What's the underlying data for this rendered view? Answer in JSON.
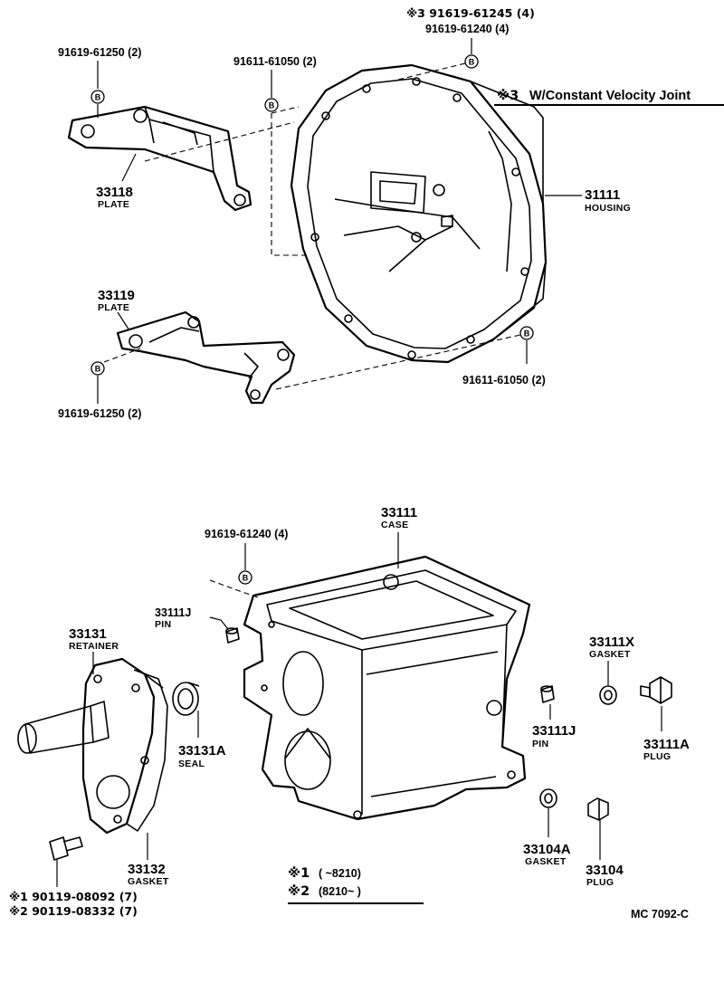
{
  "note": {
    "title": "W/Constant Velocity Joint",
    "title_mark": "※3",
    "variant1_mark": "※1",
    "variant1_range": "(       ~8210)",
    "variant2_mark": "※2",
    "variant2_range": "(8210~        )"
  },
  "bolt_marker": "B",
  "figure_code": "MC  7092-C",
  "callouts": {
    "plate_bolt_top": "91619-61250 (2)",
    "plate_33118_num": "33118",
    "plate_33118_name": "PLATE",
    "housing_bolt_left": "91611-61050 (2)",
    "housing_bolt_top_1": "※3 91619-61245 (4)",
    "housing_bolt_top_2": "91619-61240 (4)",
    "housing_num": "31111",
    "housing_name": "HOUSING",
    "plate_33119_num": "33119",
    "plate_33119_name": "PLATE",
    "plate_bolt_bottom": "91619-61250 (2)",
    "housing_bolt_right": "91611-61050 (2)",
    "case_bolt": "91619-61240 (4)",
    "case_num": "33111",
    "case_name": "CASE",
    "pin_left_num": "33111J",
    "pin_left_name": "PIN",
    "retainer_num": "33131",
    "retainer_name": "RETAINER",
    "seal_num": "33131A",
    "seal_name": "SEAL",
    "gasket_132_num": "33132",
    "gasket_132_name": "GASKET",
    "retainer_bolt_1": "※1 90119-08092 (7)",
    "retainer_bolt_2": "※2 90119-08332 (7)",
    "gasket_x_num": "33111X",
    "gasket_x_name": "GASKET",
    "pin_right_num": "33111J",
    "pin_right_name": "PIN",
    "plug_a_num": "33111A",
    "plug_a_name": "PLUG",
    "gasket_104a_num": "33104A",
    "gasket_104a_name": "GASKET",
    "plug_104_num": "33104",
    "plug_104_name": "PLUG"
  }
}
